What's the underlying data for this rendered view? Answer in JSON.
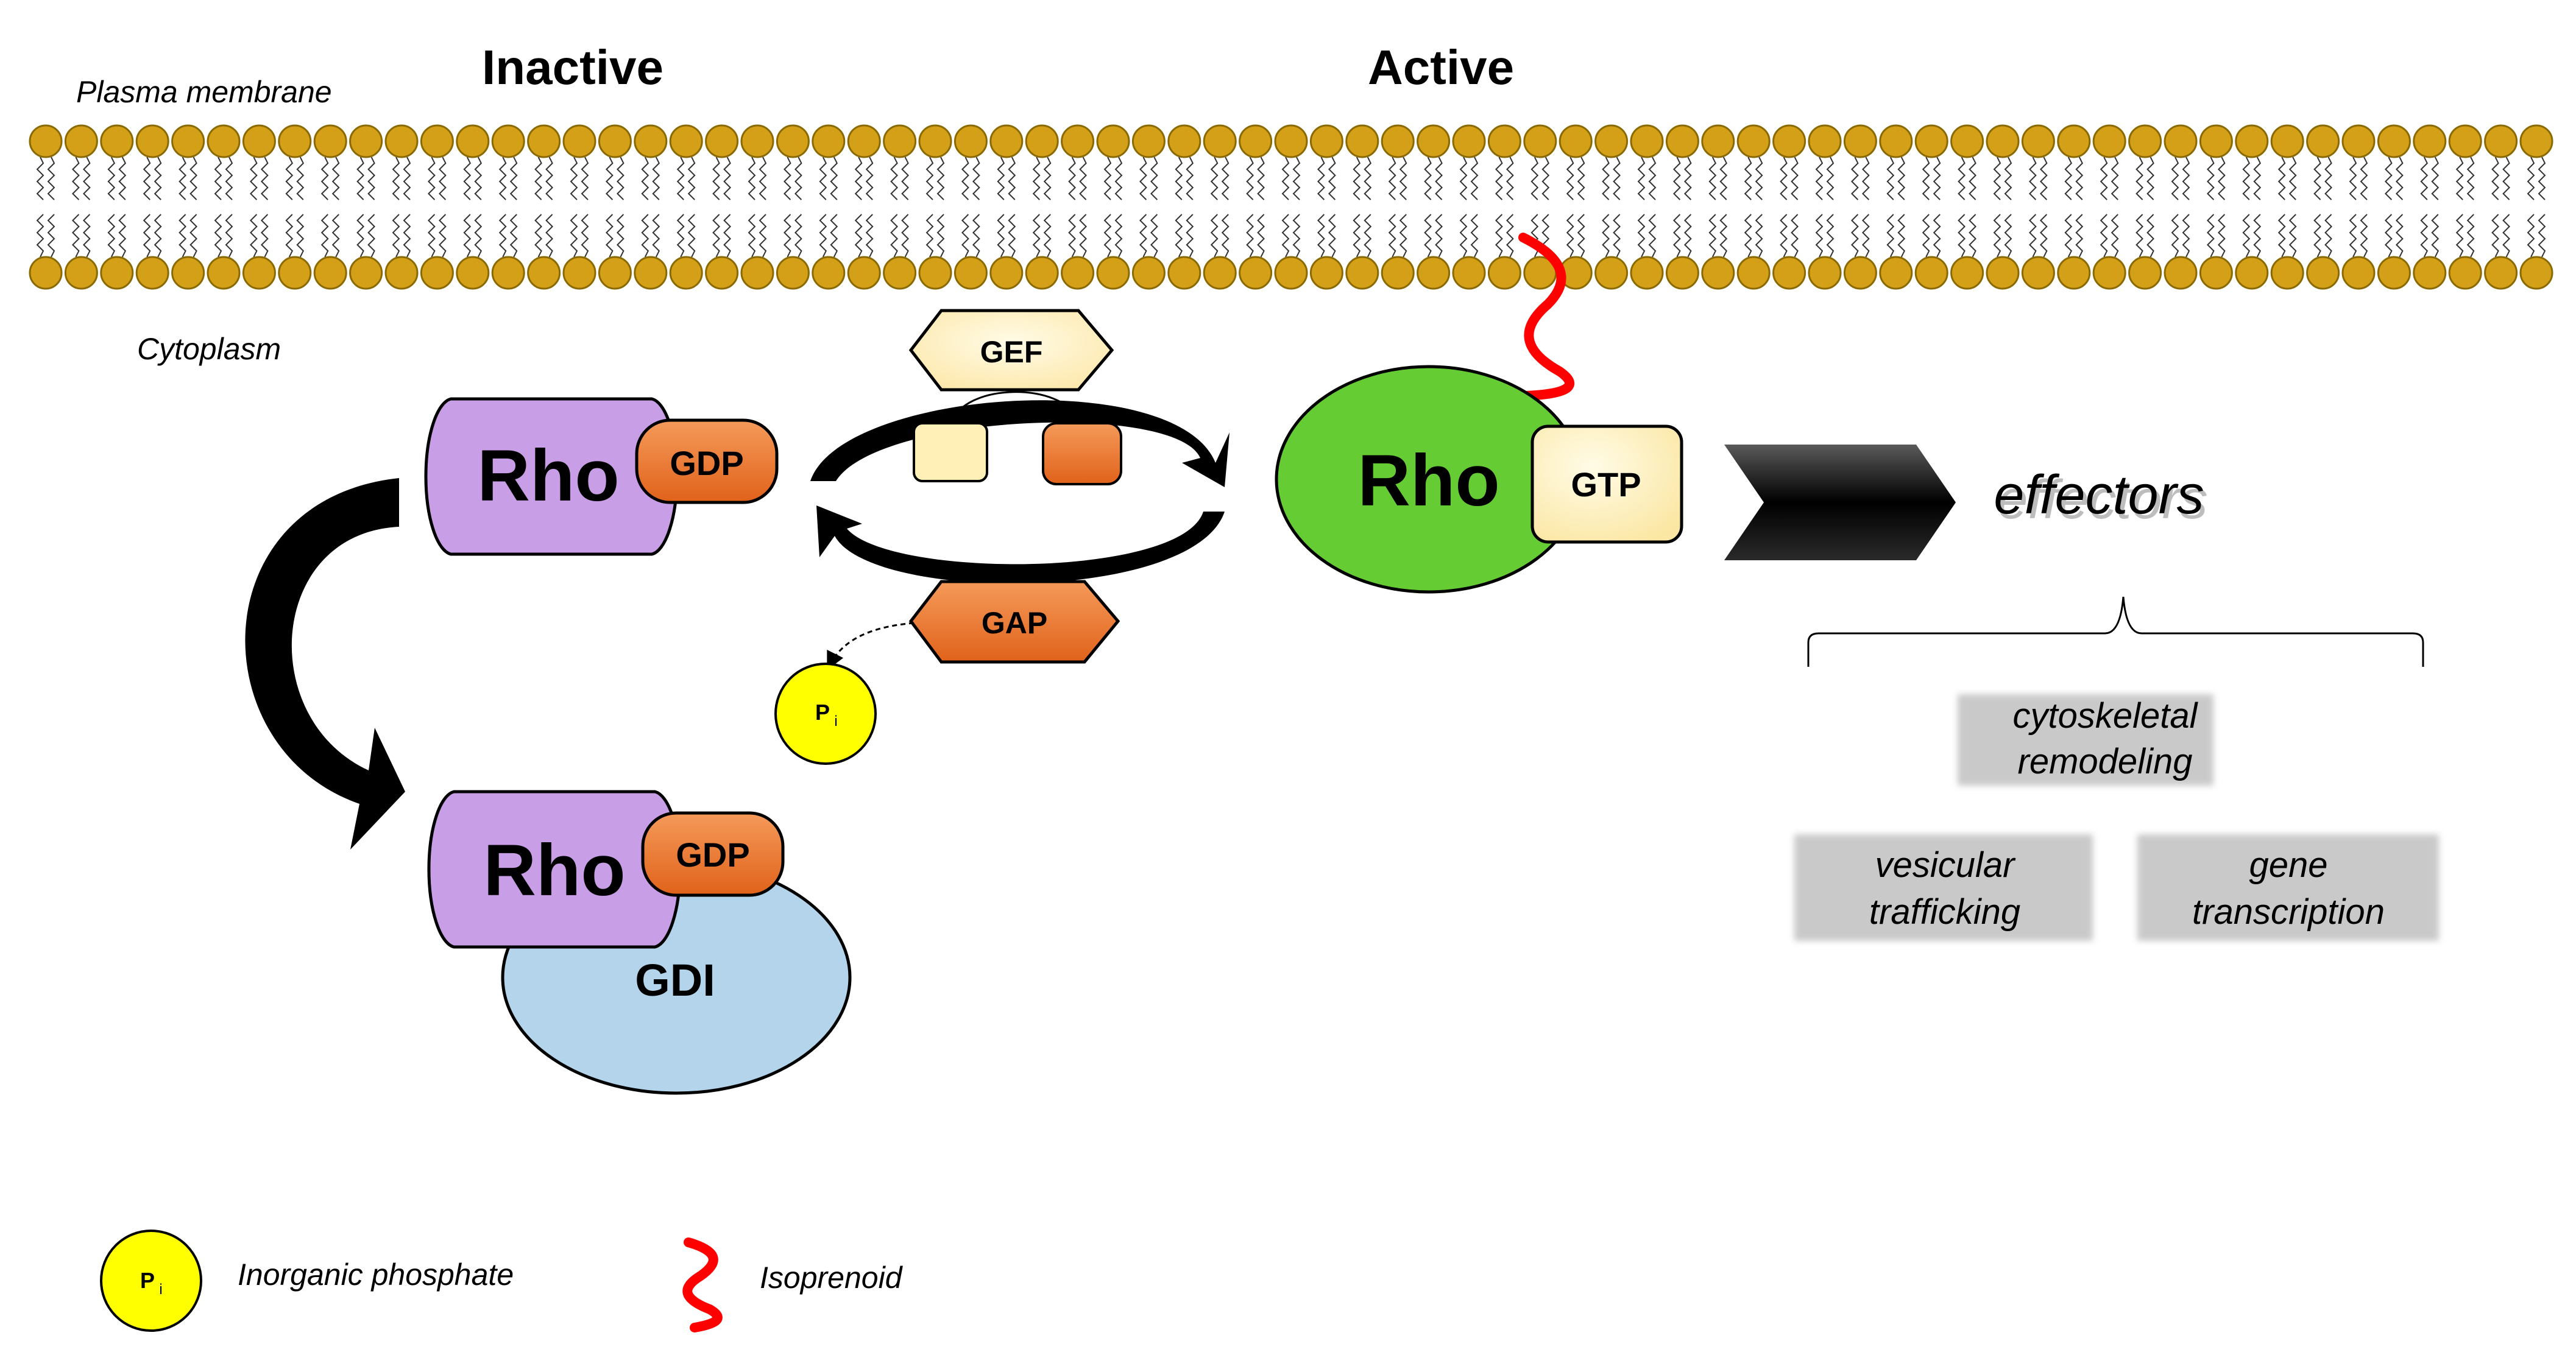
{
  "headings": {
    "inactive": "Inactive",
    "active": "Active"
  },
  "regions": {
    "membrane": "Plasma membrane",
    "cytoplasm": "Cytoplasm"
  },
  "proteins": {
    "rho": "Rho",
    "gdp": "GDP",
    "gtp": "GTP",
    "gdi": "GDI",
    "gef": "GEF",
    "gap": "GAP"
  },
  "phosphate": {
    "symbol": "P",
    "subscript": "i"
  },
  "effectors": {
    "title": "effectors",
    "items": [
      {
        "line1": "cytoskeletal",
        "line2": "remodeling"
      },
      {
        "line1": "vesicular",
        "line2": "trafficking"
      },
      {
        "line1": "gene",
        "line2": "transcription"
      }
    ]
  },
  "legend": {
    "phosphate_label": "Inorganic phosphate",
    "isoprenoid_label": "Isoprenoid"
  },
  "colors": {
    "lipid_head": "#d4a017",
    "rho_inactive": "#c89ee6",
    "rho_active": "#66cc33",
    "gdp": "#f07a2a",
    "gtp": "#fff3c4",
    "gdi": "#b3d4ea",
    "gef": "#fff0b8",
    "gap": "#f07a2a",
    "phosphate": "#ffff00",
    "isoprenoid": "#ff0000",
    "effector_box": "#c4c4c4"
  }
}
